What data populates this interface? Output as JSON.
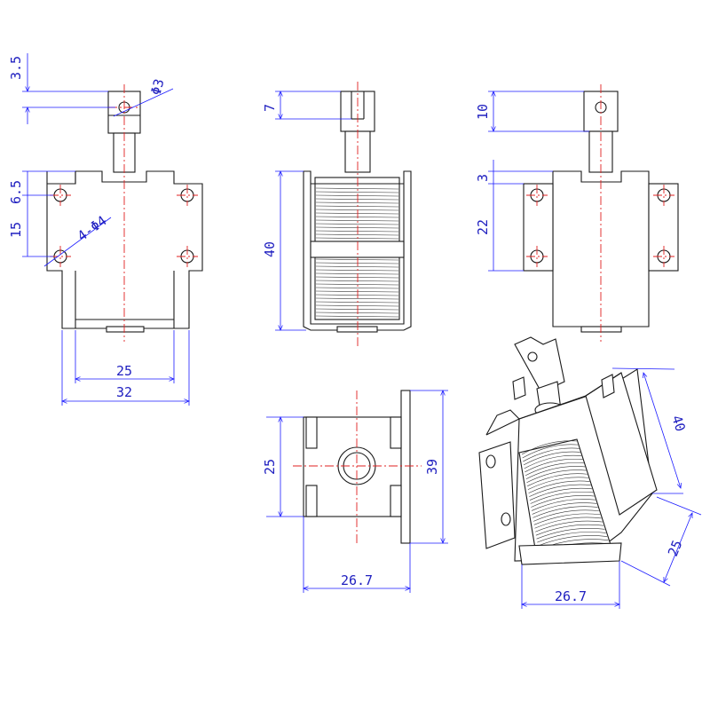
{
  "colors": {
    "outline": "#1a1a1a",
    "centerline": "#e02020",
    "dimension": "#1a1aff",
    "dimension_text": "#2020c0"
  },
  "dims": {
    "front_plunger_offset": "3.5",
    "front_pin_dia": "Φ3",
    "front_top_hole": "6.5",
    "front_hole_pitch": "15",
    "front_holes": "4-Φ4",
    "front_inner_width": "25",
    "front_outer_width": "32",
    "side_plunger_slot": "7",
    "side_body_height": "40",
    "rear_plunger_head": "10",
    "rear_top_offset": "3",
    "rear_hole_pitch": "22",
    "bottom_width": "25",
    "bottom_overall": "39",
    "bottom_depth": "26.7",
    "iso_length": "40",
    "iso_width": "25",
    "iso_depth": "26.7"
  }
}
